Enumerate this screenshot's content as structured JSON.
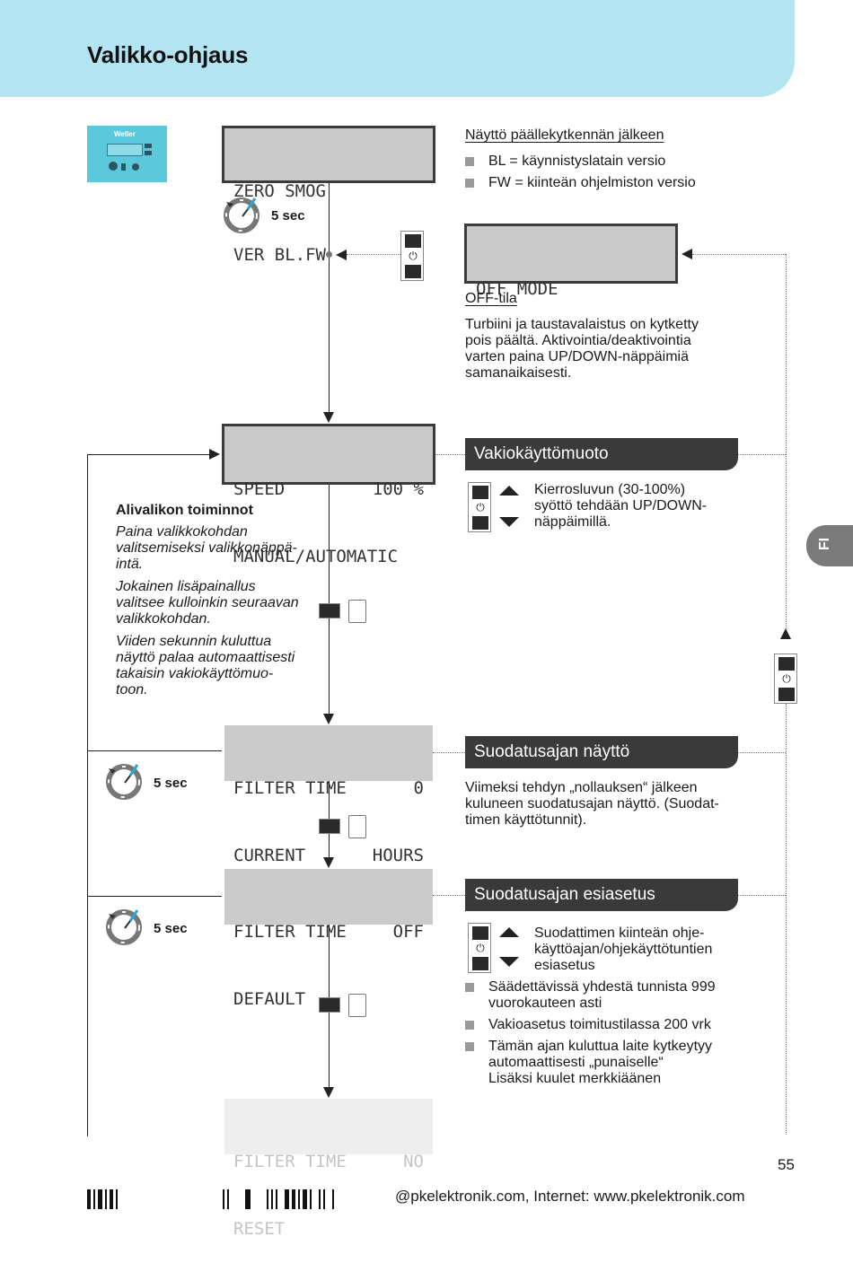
{
  "header": {
    "title": "Valikko-ohjaus"
  },
  "device_image": {
    "brand": "Weller"
  },
  "displays": {
    "zero_smog": {
      "line1": "ZERO SMOG",
      "line2": "VER BL.FW"
    },
    "off_mode": {
      "line1": "OFF MODE"
    },
    "speed": {
      "line1_left": "SPEED",
      "line1_right": "100 %",
      "line2": "MANUAL/AUTOMATIC"
    },
    "filter_current": {
      "line1_left": "FILTER TIME",
      "line1_right": "0",
      "line2_left": "CURRENT",
      "line2_right": "HOURS"
    },
    "filter_default": {
      "line1_left": "FILTER TIME",
      "line1_right": "OFF",
      "line2": "DEFAULT"
    },
    "filter_reset": {
      "line1_left": "FILTER TIME",
      "line1_right": "NO",
      "line2": "RESET"
    }
  },
  "timers": {
    "t1": "5 sec",
    "t2": "5 sec",
    "t3": "5 sec"
  },
  "startup": {
    "heading": "Näyttö päällekytkennän jälkeen",
    "bullets": [
      "BL = käynnistyslatain versio",
      "FW = kiinteän ohjelmiston versio"
    ]
  },
  "off_mode_info": {
    "heading": "OFF-tila",
    "lines": [
      "Turbiini ja taustavalaistus on kytketty",
      "pois päältä. Aktivointia/deaktivointia",
      "varten paina UP/DOWN-näppäimiä",
      "samanaikaisesti."
    ]
  },
  "submenu": {
    "title": "Alivalikon toiminnot",
    "p1": [
      "Paina valikkokohdan",
      "valitsemiseksi valikkonäppä-",
      "intä."
    ],
    "p2": [
      "Jokainen lisäpainallus",
      "valitsee kulloinkin seuraavan",
      "valikkokohdan."
    ],
    "p3": [
      "Viiden sekunnin kuluttua",
      "näyttö palaa automaattisesti",
      "takaisin vakiokäyttömuo-",
      "toon."
    ]
  },
  "standard_mode": {
    "label": "Vakiokäyttömuoto",
    "lines": [
      "Kierrosluvun (30-100%)",
      "syöttö tehdään UP/DOWN-",
      "näppäimillä."
    ]
  },
  "filter_display": {
    "label": "Suodatusajan näyttö",
    "lines": [
      "Viimeksi tehdyn „nollauksen“ jälkeen",
      "kuluneen suodatusajan näyttö. (Suodat-",
      "timen käyttötunnit)."
    ]
  },
  "filter_preset": {
    "label": "Suodatusajan esiasetus",
    "lines": [
      "Suodattimen kiinteän ohje-",
      "käyttöajan/ohjekäyttötuntien",
      "esiasetus"
    ],
    "bullets": [
      [
        "Säädettävissä yhdestä tunnista 999",
        "vuorokauteen asti"
      ],
      [
        "Vakioasetus toimitustilassa 200 vrk"
      ],
      [
        "Tämän ajan kuluttua laite kytkeytyy",
        "automaattisesti „punaiselle“",
        "Lisäksi kuulet merkkiäänen"
      ]
    ]
  },
  "side_tab": "FI",
  "page_number": "55",
  "footer": "@pkelektronik.com, Internet: www.pkelektronik.com",
  "colors": {
    "header": "#b3e4f1",
    "label_bg": "#3a3a3a",
    "lcd": "#c9c9c9",
    "tab": "#7a7a7a"
  }
}
